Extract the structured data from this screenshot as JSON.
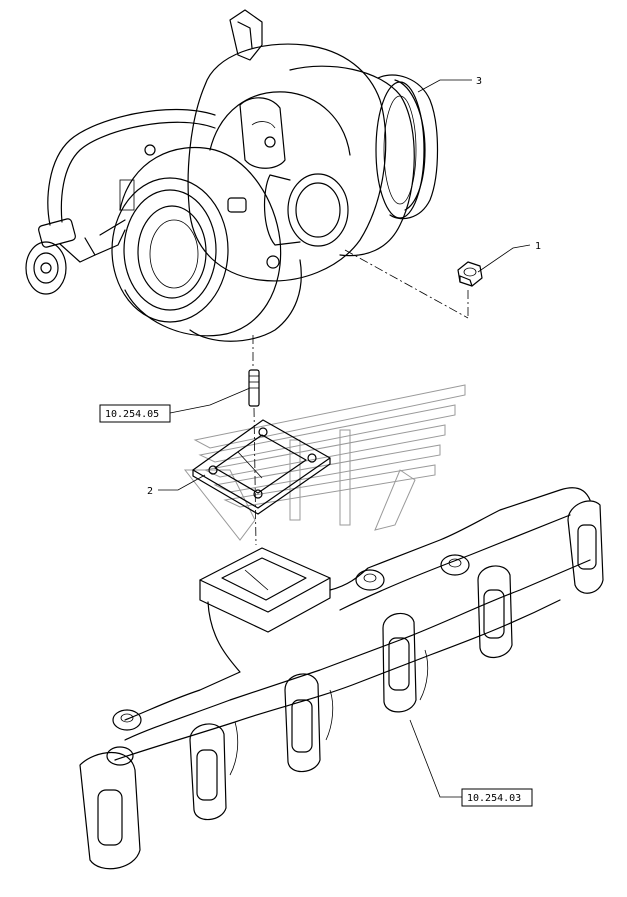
{
  "callouts": {
    "item1": "1",
    "item2": "2",
    "item3": "3",
    "ref_stud": "10.254.05",
    "ref_manifold": "10.254.03"
  },
  "colors": {
    "line": "#000000",
    "watermark": "#9a9a9a",
    "background": "#ffffff"
  }
}
